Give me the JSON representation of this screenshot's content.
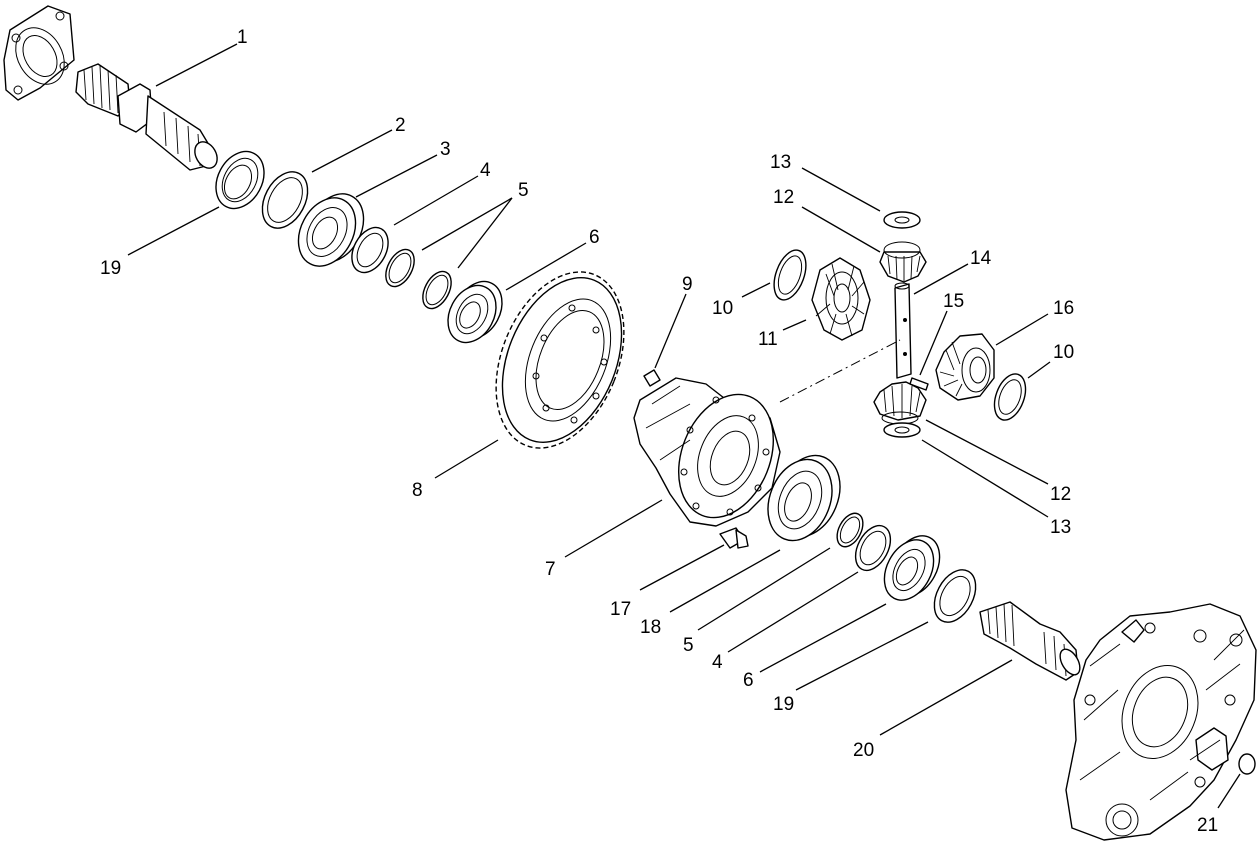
{
  "diagram": {
    "callouts": {
      "c1": "1",
      "c2": "2",
      "c3": "3",
      "c4a": "4",
      "c4b": "4",
      "c5a": "5",
      "c5b": "5",
      "c6a": "6",
      "c6b": "6",
      "c7": "7",
      "c8": "8",
      "c9": "9",
      "c10a": "10",
      "c10b": "10",
      "c11": "11",
      "c12a": "12",
      "c12b": "12",
      "c13a": "13",
      "c13b": "13",
      "c14": "14",
      "c15": "15",
      "c16": "16",
      "c17": "17",
      "c18": "18",
      "c19a": "19",
      "c19b": "19",
      "c20": "20",
      "c21": "21"
    }
  }
}
